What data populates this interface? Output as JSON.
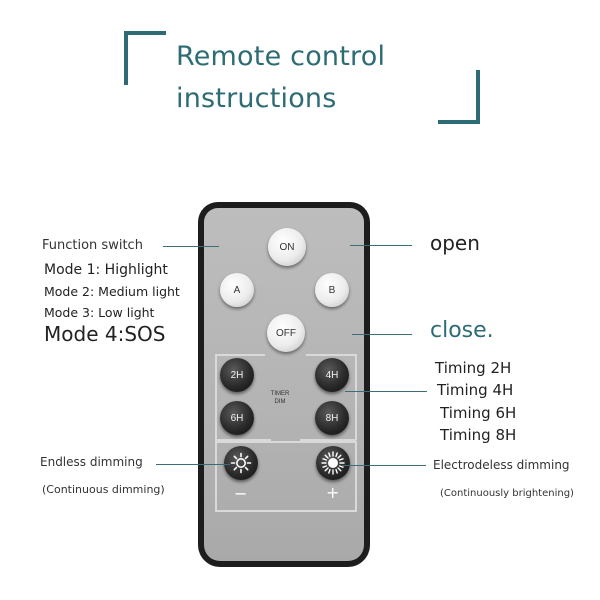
{
  "title": {
    "line1": "Remote control",
    "line2": "instructions"
  },
  "remote": {
    "on_label": "ON",
    "a_label": "A",
    "b_label": "B",
    "off_label": "OFF",
    "timer_2h": "2H",
    "timer_4h": "4H",
    "timer_6h": "6H",
    "timer_8h": "8H",
    "timer_dim_line1": "TIMER",
    "timer_dim_line2": "DIM",
    "minus_sign": "−",
    "plus_sign": "+",
    "dim_icon": "sun-icon",
    "bright_icon": "sun-burst-icon"
  },
  "callouts": {
    "function_switch": "Function switch",
    "mode1": "Mode 1: Highlight",
    "mode2": "Mode 2: Medium light",
    "mode3": "Mode 3: Low light",
    "mode4": "Mode 4:SOS",
    "open": "open",
    "close": "close.",
    "timing": [
      "Timing 2H",
      "Timing 4H",
      "Timing 6H",
      "Timing 8H"
    ],
    "endless_dimming": "Endless dimming",
    "continuous_dimming": "(Continuous dimming)",
    "electrodeless_dimming": "Electrodeless dimming",
    "continuously_brightening": "(Continuously brightening)"
  },
  "colors": {
    "accent": "#2d6c74",
    "leader_line": "#3b6f78",
    "remote_body": "#1d1d1d",
    "remote_face": "#b3b3b3"
  }
}
